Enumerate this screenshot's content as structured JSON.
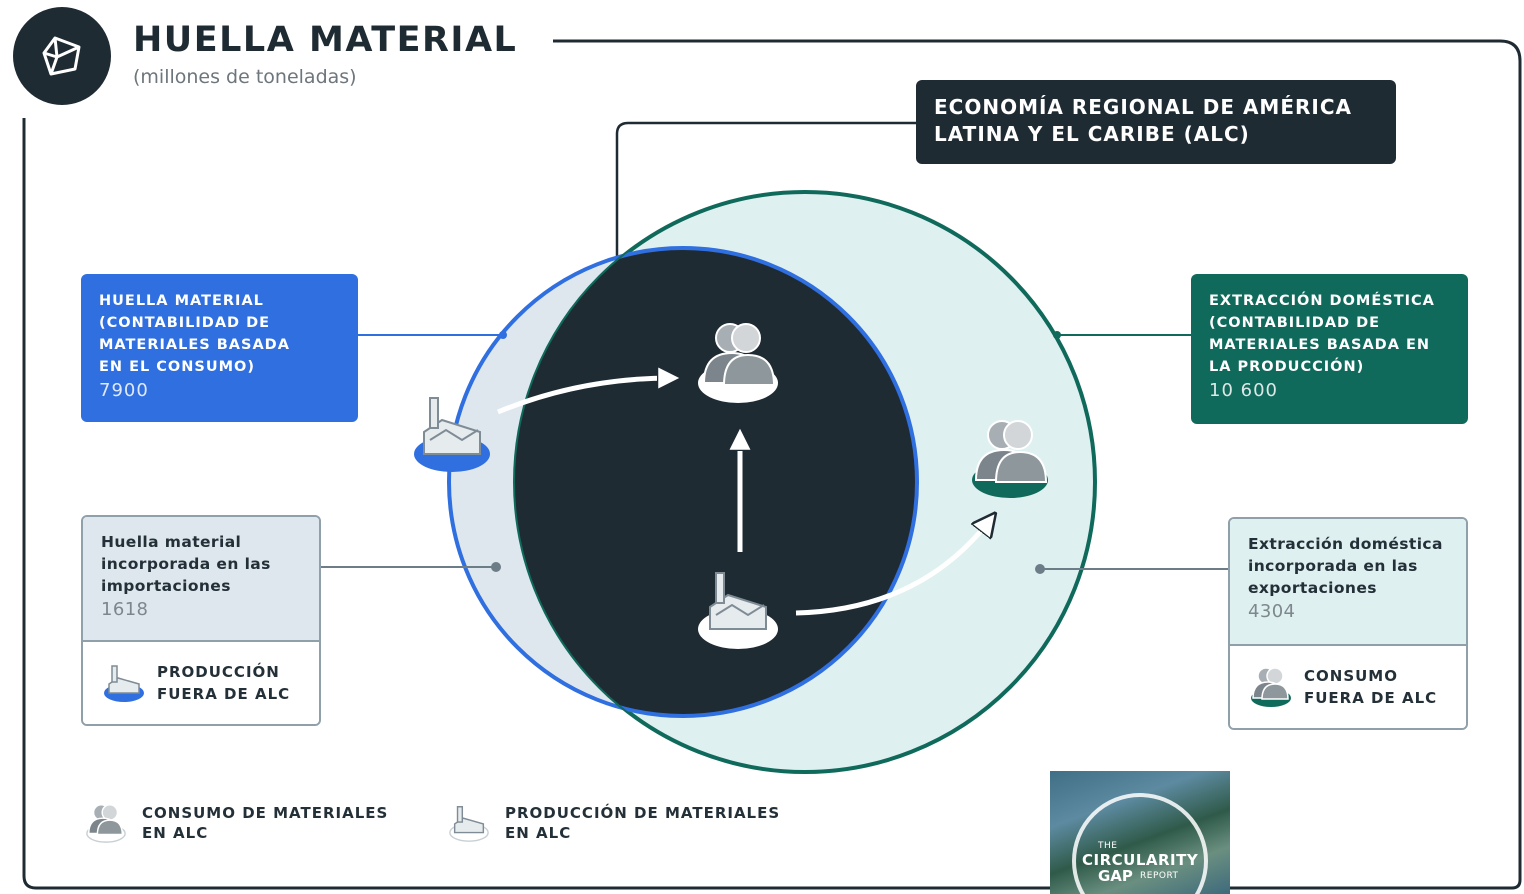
{
  "header": {
    "title": "HUELLA MATERIAL",
    "subtitle": "(millones de toneladas)",
    "logo_icon": "cube-outline-icon"
  },
  "region": {
    "line1": "ECONOMÍA REGIONAL DE AMÉRICA",
    "line2": "LATINA Y EL CARIBE (ALC)"
  },
  "footprint_consumption": {
    "lines": [
      "HUELLA MATERIAL",
      "(CONTABILIDAD DE",
      "MATERIALES BASADA",
      "EN EL CONSUMO)"
    ],
    "value": "7900",
    "color": "#2f6fe0"
  },
  "domestic_extraction": {
    "lines": [
      "EXTRACCIÓN DOMÉSTICA",
      "(CONTABILIDAD DE",
      "MATERIALES BASADA EN",
      "LA PRODUCCIÓN)"
    ],
    "value": "10 600",
    "color": "#106a5c"
  },
  "imports_panel": {
    "lines": [
      "Huella material",
      "incorporada en las",
      "importaciones"
    ],
    "value": "1618",
    "bottom_lines": [
      "PRODUCCIÓN",
      "FUERA DE ALC"
    ],
    "bottom_icon": "factory-icon"
  },
  "exports_panel": {
    "lines": [
      "Extracción doméstica",
      "incorporada en las",
      "exportaciones"
    ],
    "value": "4304",
    "bottom_lines": [
      "CONSUMO",
      "FUERA DE ALC"
    ],
    "bottom_icon": "people-icon"
  },
  "legend": {
    "consumption": [
      "CONSUMO DE MATERIALES",
      "EN ALC"
    ],
    "production": [
      "PRODUCCIÓN DE MATERIALES",
      "EN ALC"
    ],
    "consumption_icon": "people-icon",
    "production_icon": "factory-icon"
  },
  "cover": {
    "the": "THE",
    "circularity": "CIRCULARITY",
    "gap": "GAP",
    "report": "REPORT"
  },
  "colors": {
    "dark": "#1f2b33",
    "blue": "#2f6fe0",
    "teal": "#106a5c",
    "light_teal": "#dff0f1",
    "light_blue": "#dfe7ee"
  }
}
